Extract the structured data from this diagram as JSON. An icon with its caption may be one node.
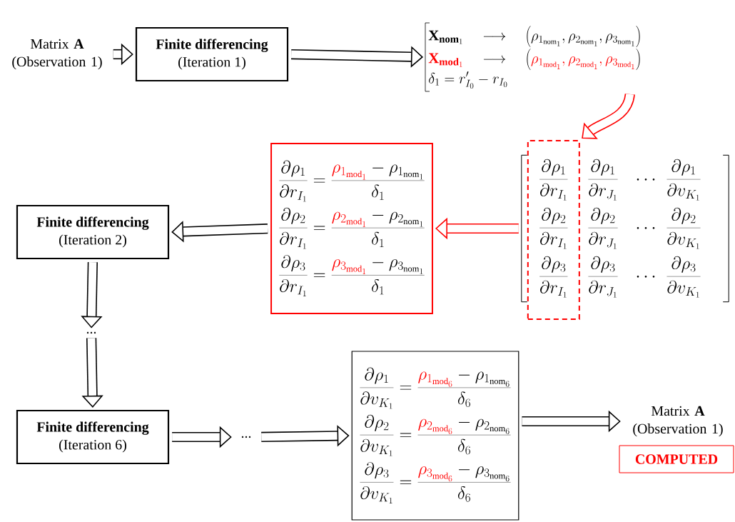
{
  "diagram": {
    "nodes": [
      {
        "text": [
          "Matrix **A** (Observation 1)"
        ]
      },
      {
        "text": [
          "Finite differencing",
          "(Iteration 1)"
        ]
      },
      {
        "text": [
          "\\mathbf{X}_{\\mathbf{nom}_1}\\quad\\longrightarrow\\quad\\left(\\rho_{1_{\\mathrm{nom}_1}},\\rho_{2_{\\mathrm{nom}_1}},\\rho_{3_{\\mathrm{nom}_1}}\\right)",
          "\\textcolor{red}{\\mathbf{X}_{\\mathbf{mod}_1}}\\quad\\longrightarrow\\quad\\left(\\textcolor{red}{\\rho_{1_{\\mathrm{mod}_1}},\\rho_{2_{\\mathrm{mod}_1}},\\rho_{3_{\\mathrm{mod}_1}}}\\right)",
          "\\delta_1=r'_{I_0}-r_{I_0}"
        ]
      },
      {
        "text": [
          "\\frac{\\partial\\rho_1}{\\partial r_{J_1}}",
          "\\cdots",
          "\\frac{\\partial\\rho_1}{\\partial v_{K_1}}",
          "\\frac{\\partial\\rho_2}{\\partial r_{J_1}}",
          "\\cdots",
          "\\frac{\\partial\\rho_2}{\\partial v_{K_1}}",
          "\\frac{\\partial\\rho_3}{\\partial r_{J_1}}",
          "\\cdots",
          "\\frac{\\partial\\rho_3}{\\partial v_{K_1}}"
        ]
      },
      {
        "text": [
          "\\frac{\\partial\\rho_1}{\\partial r_{I_1}}",
          "\\frac{\\partial\\rho_2}{\\partial r_{I_1}}",
          "\\frac{\\partial\\rho_3}{\\partial r_{I_1}}"
        ],
        "in": 3
      },
      {
        "text": [
          "\\frac{\\partial\\rho_1}{\\partial r_{I_1}}=\\frac{\\textcolor{red}{\\rho_{1_{\\mathrm{mod}_1}}}-\\rho_{1_{\\mathrm{nom}_1}}}{\\delta_1}",
          "\\frac{\\partial\\rho_2}{\\partial r_{I_1}}=\\frac{\\textcolor{red}{\\rho_{2_{\\mathrm{mod}_1}}}-\\rho_{2_{\\mathrm{nom}_1}}}{\\delta_1}",
          "\\frac{\\partial\\rho_3}{\\partial r_{I_1}}=\\frac{\\textcolor{red}{\\rho_{3_{\\mathrm{mod}_1}}}-\\rho_{3_{\\mathrm{nom}_1}}}{\\delta_1}"
        ]
      },
      {
        "text": [
          "Finite differencing",
          "(Iteration 2)"
        ]
      },
      {
        "text": [
          "..."
        ]
      },
      {
        "text": [
          "Finite differencing",
          "(Iteration 6)"
        ]
      },
      {
        "text": [
          "..."
        ]
      },
      {
        "text": [
          "\\frac{\\partial\\rho_1}{\\partial v_{K_1}}=\\frac{\\textcolor{red}{\\rho_{1_{\\mathrm{mod}_6}}}-\\rho_{1_{\\mathrm{nom}_6}}}{\\delta_6}",
          "\\frac{\\partial\\rho_2}{\\partial v_{K_1}}=\\frac{\\textcolor{red}{\\rho_{2_{\\mathrm{mod}_6}}}-\\rho_{2_{\\mathrm{nom}_6}}}{\\delta_6}",
          "\\frac{\\partial\\rho_3}{\\partial v_{K_1}}=\\frac{\\textcolor{red}{\\rho_{3_{\\mathrm{mod}_6}}}-\\rho_{3_{\\mathrm{nom}_6}}}{\\delta_6}"
        ]
      },
      {
        "text": [
          "Matrix **A** (Observation 1)"
        ]
      },
      {
        "text": [
          "COMPUTED"
        ]
      }
    ],
    "edges": [
      {
        "from": 0,
        "to": 1,
        "arrow": "to"
      },
      {
        "from": 1,
        "to": 2,
        "arrow": "to"
      },
      {
        "from": 2,
        "to": 4,
        "arrow": "to",
        "color": "#ff0000"
      },
      {
        "from": 3,
        "to": 5,
        "arrow": "to",
        "color": "#ff0000"
      },
      {
        "from": 5,
        "to": 6,
        "arrow": "to"
      },
      {
        "from": 6,
        "to": 7,
        "arrow": "to"
      },
      {
        "from": 7,
        "to": 8,
        "arrow": "to"
      },
      {
        "from": 8,
        "to": 9,
        "arrow": "to"
      },
      {
        "from": 9,
        "to": 10,
        "arrow": "to"
      },
      {
        "from": 10,
        "to": 11,
        "arrow": "to"
      }
    ]
  }
}
